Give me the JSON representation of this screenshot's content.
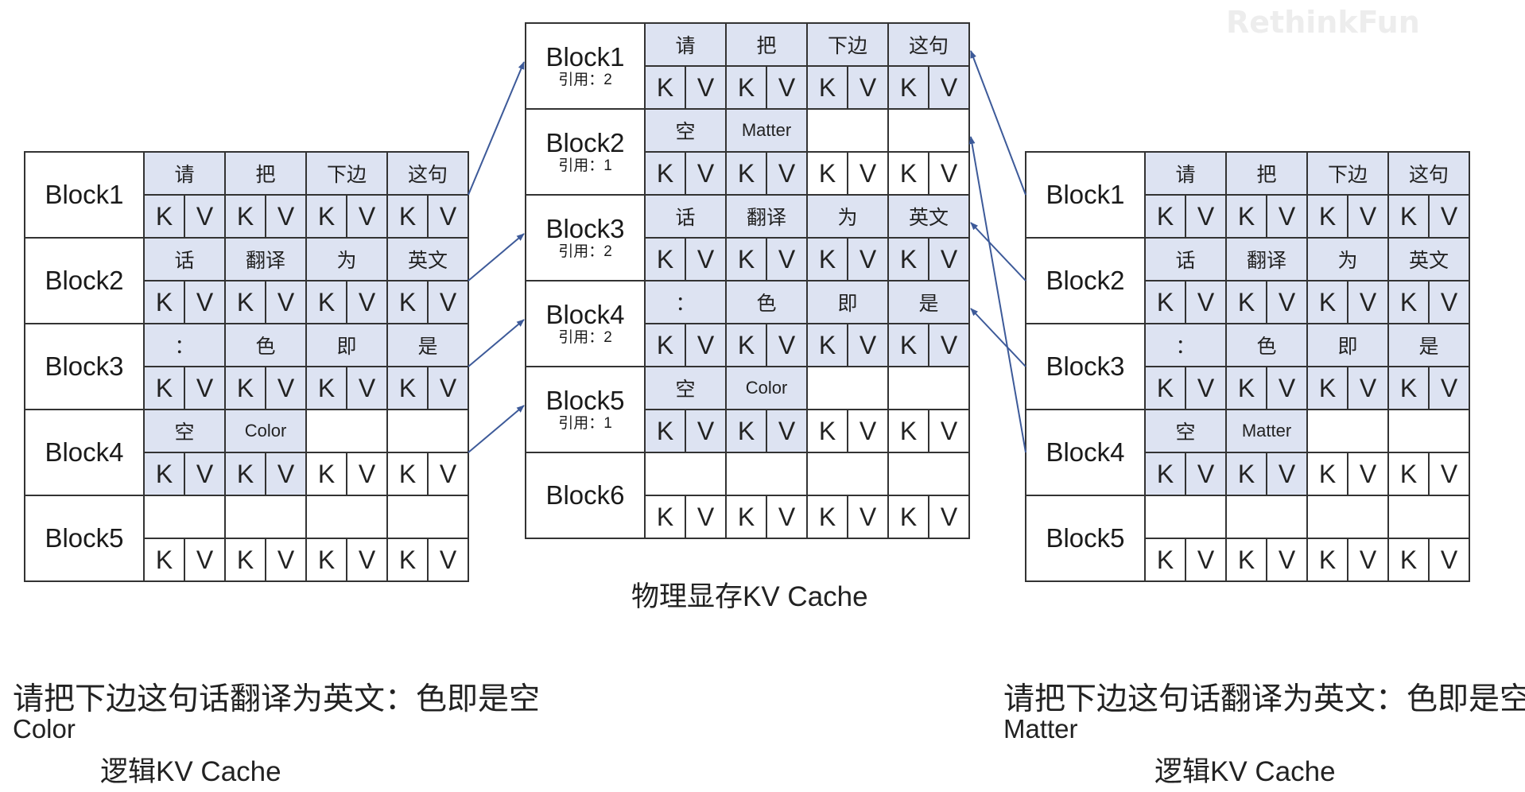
{
  "watermark": "RethinkFun",
  "logical_left": {
    "caption": "逻辑KV Cache",
    "sentence": "请把下边这句话翻译为英文：色即是空",
    "output": "Color",
    "blocks": [
      {
        "name": "Block1",
        "tokens": [
          "请",
          "把",
          "下边",
          "这句"
        ],
        "filled": 4
      },
      {
        "name": "Block2",
        "tokens": [
          "话",
          "翻译",
          "为",
          "英文"
        ],
        "filled": 4
      },
      {
        "name": "Block3",
        "tokens": [
          "：",
          "色",
          "即",
          "是"
        ],
        "filled": 4
      },
      {
        "name": "Block4",
        "tokens": [
          "空",
          "Color",
          "",
          ""
        ],
        "filled": 2
      },
      {
        "name": "Block5",
        "tokens": [
          "",
          "",
          "",
          ""
        ],
        "filled": 0
      }
    ]
  },
  "physical": {
    "caption": "物理显存KV Cache",
    "blocks": [
      {
        "name": "Block1",
        "ref": "引用：2",
        "tokens": [
          "请",
          "把",
          "下边",
          "这句"
        ],
        "filled": 4
      },
      {
        "name": "Block2",
        "ref": "引用：1",
        "tokens": [
          "空",
          "Matter",
          "",
          ""
        ],
        "filled": 2
      },
      {
        "name": "Block3",
        "ref": "引用：2",
        "tokens": [
          "话",
          "翻译",
          "为",
          "英文"
        ],
        "filled": 4
      },
      {
        "name": "Block4",
        "ref": "引用：2",
        "tokens": [
          "：",
          "色",
          "即",
          "是"
        ],
        "filled": 4
      },
      {
        "name": "Block5",
        "ref": "引用：1",
        "tokens": [
          "空",
          "Color",
          "",
          ""
        ],
        "filled": 2
      },
      {
        "name": "Block6",
        "ref": "",
        "tokens": [
          "",
          "",
          "",
          ""
        ],
        "filled": 0
      }
    ]
  },
  "logical_right": {
    "caption": "逻辑KV Cache",
    "sentence": "请把下边这句话翻译为英文：色即是空",
    "output": "Matter",
    "blocks": [
      {
        "name": "Block1",
        "tokens": [
          "请",
          "把",
          "下边",
          "这句"
        ],
        "filled": 4
      },
      {
        "name": "Block2",
        "tokens": [
          "话",
          "翻译",
          "为",
          "英文"
        ],
        "filled": 4
      },
      {
        "name": "Block3",
        "tokens": [
          "：",
          "色",
          "即",
          "是"
        ],
        "filled": 4
      },
      {
        "name": "Block4",
        "tokens": [
          "空",
          "Matter",
          "",
          ""
        ],
        "filled": 2
      },
      {
        "name": "Block5",
        "tokens": [
          "",
          "",
          "",
          ""
        ],
        "filled": 0
      }
    ]
  },
  "kv_labels": {
    "k": "K",
    "v": "V"
  },
  "mappings": {
    "left": [
      [
        1,
        1
      ],
      [
        2,
        3
      ],
      [
        3,
        4
      ],
      [
        4,
        5
      ]
    ],
    "right": [
      [
        1,
        1
      ],
      [
        2,
        3
      ],
      [
        3,
        4
      ],
      [
        4,
        2
      ]
    ]
  },
  "colors": {
    "filled": "#dde3f2",
    "empty": "#ffffff",
    "border": "#333333",
    "arrow": "#3d5a99"
  }
}
